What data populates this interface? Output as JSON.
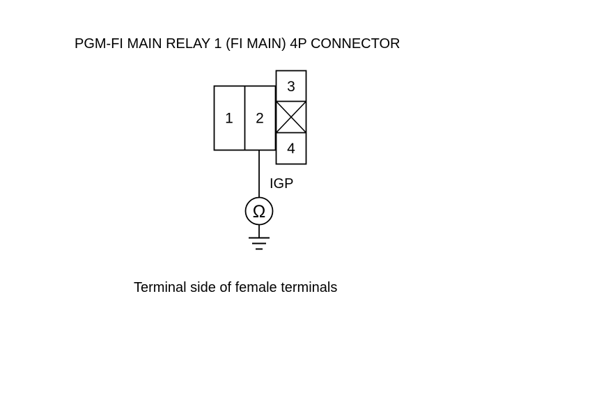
{
  "page": {
    "title": "PGM-FI MAIN RELAY 1 (FI MAIN) 4P CONNECTOR",
    "caption": "Terminal side of female terminals"
  },
  "connector": {
    "name": "PGM-FI MAIN RELAY 1 (FI MAIN) 4P CONNECTOR",
    "terminals": {
      "t1": "1",
      "t2": "2",
      "t3": "3",
      "t4": "4"
    },
    "blocked_cavity": "crossed-out cavity between terminal 3 and terminal 4",
    "wire_label": "IGP",
    "meter_symbol": "Ω"
  },
  "colors": {
    "line": "#000000",
    "background": "#ffffff"
  }
}
